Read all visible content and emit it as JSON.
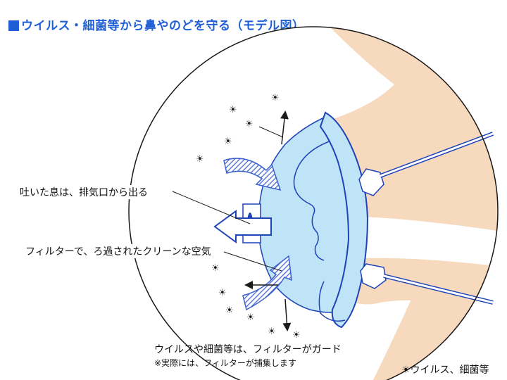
{
  "title": "ウイルス・細菌等から鼻やのどを守る（モデル図）",
  "labels": {
    "exhale": "吐いた息は、排気口から出る",
    "filtered_air": "フィルターで、ろ過されたクリーンな空気",
    "filter_guard": "ウイルスや細菌等は、フィルターがガード",
    "note": "※実際には、フィルターが捕集します",
    "legend": "☀ウイルス、細菌等"
  },
  "colors": {
    "title": "#1f5fd6",
    "skin": "#f7d9bd",
    "mask": "#bfe3f7",
    "mask_outline": "#1e44b8",
    "arrow_hatch": "#3a5fd0",
    "outline": "#1a1a1a"
  },
  "icons": {
    "particle": "virus-particle-icon",
    "valve": "exhaust-valve-icon"
  }
}
